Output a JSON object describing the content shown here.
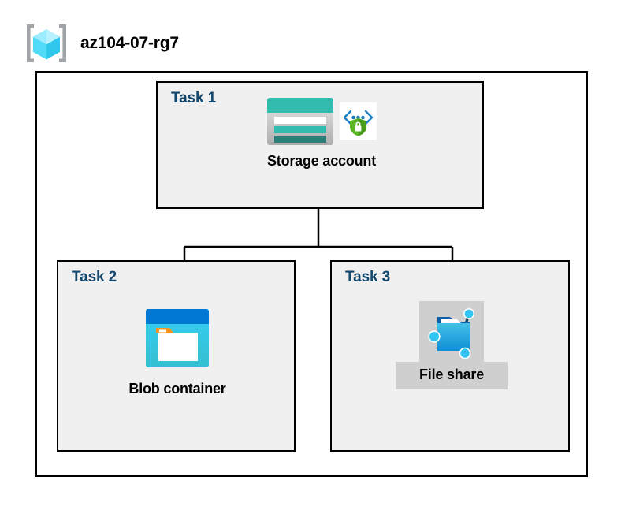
{
  "header": {
    "icon": "resource-group-icon",
    "title": "az104-07-rg7"
  },
  "diagram": {
    "container_name": "resource-group-container",
    "tasks": [
      {
        "id": "task-1",
        "label": "Task 1",
        "node_caption": "Storage account",
        "icons": [
          "storage-account-icon",
          "secure-transfer-icon"
        ],
        "highlighted": false
      },
      {
        "id": "task-2",
        "label": "Task 2",
        "node_caption": "Blob container",
        "icons": [
          "blob-container-icon"
        ],
        "highlighted": false
      },
      {
        "id": "task-3",
        "label": "Task 3",
        "node_caption": "File share",
        "icons": [
          "file-share-icon"
        ],
        "highlighted": true
      }
    ],
    "connectors": [
      {
        "from": "task-1-storage-account",
        "to": "task-2-blob-container"
      },
      {
        "from": "task-1-storage-account",
        "to": "task-3-file-share"
      }
    ]
  },
  "colors": {
    "task_label": "#12476E",
    "caption": "#000000",
    "box_border": "#000000",
    "box_fill": "#F0F0F0",
    "canvas": "#FFFFFF",
    "highlight_fill": "#CFCFCF",
    "storage_teal": "#32BCAD",
    "storage_teal_dark": "#2C7F78",
    "blob_blue": "#0078D4",
    "blob_cyan": "#32C5F4",
    "blob_orange": "#F7941E",
    "shield_green": "#5CB624",
    "rg_cube_cyan": "#9CEBFF",
    "rg_bracket_gray": "#A0A4A8"
  }
}
